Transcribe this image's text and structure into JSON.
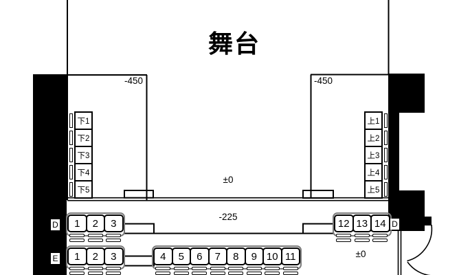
{
  "stage": {
    "label": "舞台"
  },
  "levels": {
    "left_pit": "-450",
    "right_pit": "-450",
    "floor_center": "±0",
    "mid_step": "-225",
    "floor_right": "±0"
  },
  "rows": {
    "d_left_letter": "D",
    "d_right_letter": "D",
    "e_left_letter": "E"
  },
  "seats": {
    "down_column": [
      "下1",
      "下2",
      "下3",
      "下4",
      "下5"
    ],
    "up_column": [
      "上1",
      "上2",
      "上3",
      "上4",
      "上5"
    ],
    "row_d_left": [
      "1",
      "2",
      "3"
    ],
    "row_d_right": [
      "12",
      "13",
      "14"
    ],
    "row_e_left": [
      "1",
      "2",
      "3"
    ],
    "row_e_center": [
      "4",
      "5",
      "6",
      "7",
      "8",
      "9",
      "10",
      "11"
    ]
  },
  "colors": {
    "wall": "#000000",
    "line": "#000000",
    "bench_outline": "#7b7b7b",
    "background": "#ffffff"
  }
}
